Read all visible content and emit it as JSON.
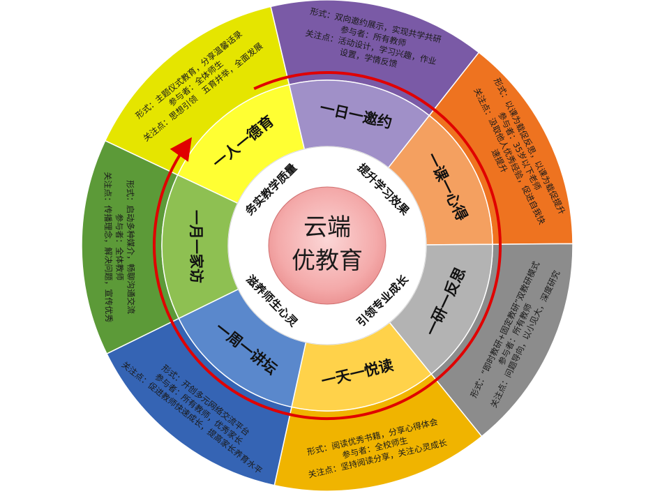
{
  "center": {
    "line1": "云端",
    "line2": "优教育"
  },
  "inner_ring": [
    "务实教学质量",
    "提升学习效果",
    "引领专业成长",
    "滋养师生心灵"
  ],
  "segments": [
    {
      "id": "deyu",
      "label": "一人一德育",
      "outer_color": "#e5e500",
      "mid_color": "#ffff33",
      "details": [
        "形式：主题仪式教育，分享温馨话录",
        "参与者：全体师生",
        "关注点：思想引领　五育并举，全面发展"
      ]
    },
    {
      "id": "yaoyue",
      "label": "一日一邀约",
      "outer_color": "#7a5aa6",
      "mid_color": "#a090c8",
      "details": [
        "形式：双向邀约展示，实现共学共研",
        "参与者：所有教师",
        "关注点：活动设计，学习兴趣，作业",
        "设置，学情反馈"
      ]
    },
    {
      "id": "xinde",
      "label": "一课一心得",
      "outer_color": "#ee7320",
      "mid_color": "#f4a060",
      "details": [
        "形式：以课为载促反思，以课为载促提升",
        "参与者：35岁以下老师",
        "关注点：汲取他人优秀经验，促进自我快",
        "速提升"
      ]
    },
    {
      "id": "fansi",
      "label": "一研一反思",
      "outer_color": "#8c8c8c",
      "mid_color": "#b3b3b3",
      "details": [
        "形式：“即时教研+固定教研”双教研模式",
        "参与者：所有教师",
        "关注点：问题导向，以小见大，深度研究"
      ]
    },
    {
      "id": "yuedu",
      "label": "一天一悦读",
      "outer_color": "#f0b400",
      "mid_color": "#ffd24a",
      "details": [
        "形式：阅读优秀书籍，分享心得体会",
        "参与者：全校师生",
        "关注点：坚持阅读分享，关注心灵成长"
      ]
    },
    {
      "id": "jiangtan",
      "label": "一周一讲坛",
      "outer_color": "#3564b4",
      "mid_color": "#5a88cc",
      "details": [
        "形式：开创多元网络交流平台",
        "参与者：所有教师，优秀家长",
        "关注点：促进教师快速成长，提高家长养育水平"
      ]
    },
    {
      "id": "jiafang",
      "label": "一月一家访",
      "outer_color": "#5c9a38",
      "mid_color": "#8ec052",
      "details": [
        "形式：启动多种媒介，畅聊沟通交流",
        "参与者：全体教师",
        "关注点：传播理念，解决问题，宣传优秀"
      ]
    }
  ]
}
